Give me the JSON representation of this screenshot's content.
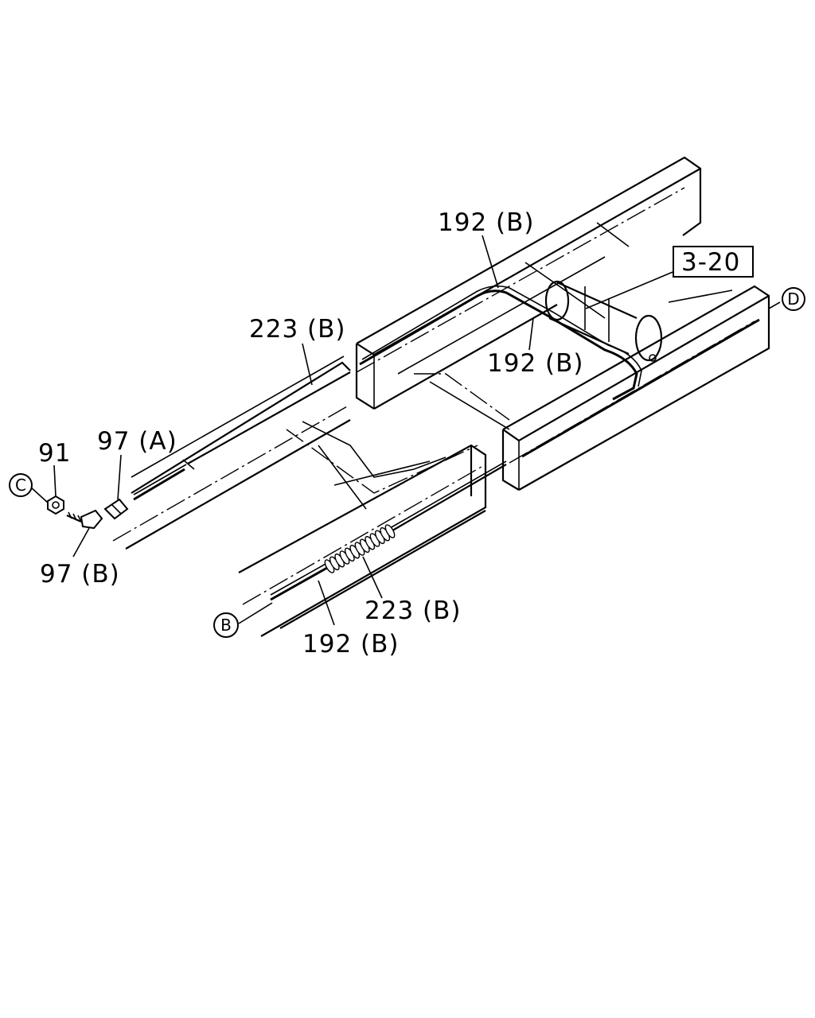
{
  "callouts": {
    "c192_top": "192 (B)",
    "c192_mid": "192 (B)",
    "c192_bottom": "192 (B)",
    "c223_top": "223 (B)",
    "c223_bottom": "223 (B)",
    "c97a": "97 (A)",
    "c97b": "97 (B)",
    "c91": "91"
  },
  "reference_box": "3-20",
  "connectors": {
    "b": "B",
    "c": "C",
    "d": "D"
  }
}
